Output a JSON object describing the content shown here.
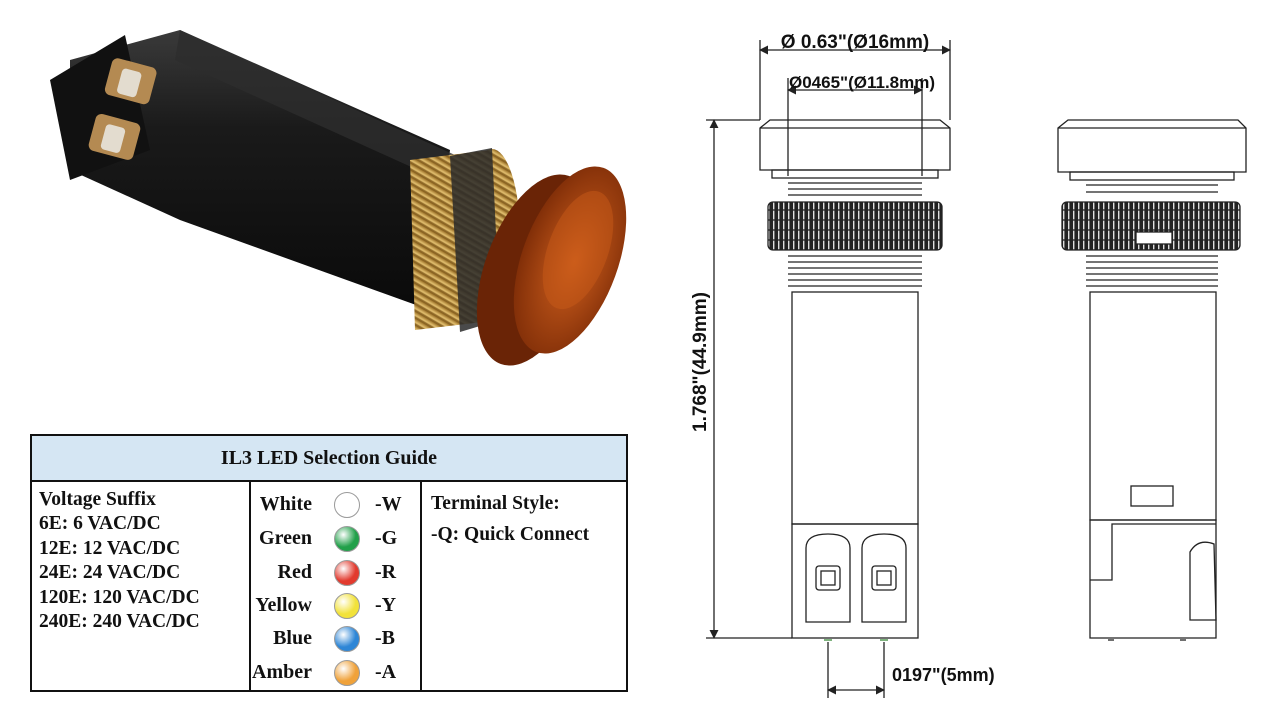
{
  "guide": {
    "title": "IL3 LED Selection Guide",
    "voltage": {
      "heading": "Voltage Suffix",
      "items": [
        "6E: 6 VAC/DC",
        "12E: 12 VAC/DC",
        "24E: 24 VAC/DC",
        "120E: 120 VAC/DC",
        "240E: 240 VAC/DC"
      ]
    },
    "colors": [
      {
        "name": "White",
        "suffix": "-W",
        "color": "#ffffff"
      },
      {
        "name": "Green",
        "suffix": "-G",
        "color": "#22a04a"
      },
      {
        "name": "Red",
        "suffix": "-R",
        "color": "#e23a2e"
      },
      {
        "name": "Yellow",
        "suffix": "-Y",
        "color": "#f2e23a"
      },
      {
        "name": "Blue",
        "suffix": "-B",
        "color": "#2e86d6"
      },
      {
        "name": "Amber",
        "suffix": "-A",
        "color": "#f0a23a"
      }
    ],
    "terminal": {
      "heading": "Terminal Style:",
      "option": "-Q: Quick Connect"
    }
  },
  "drawing": {
    "dim_outer": "Ø 0.63\"(Ø16mm)",
    "dim_inner": "Ø0465\"(Ø11.8mm)",
    "dim_height": "1.768\"(44.9mm)",
    "dim_pitch": "0197\"(5mm)"
  },
  "colors": {
    "title_bg": "#d5e6f3",
    "lens_amber": "#b8420a",
    "brass_nut": "#c9a047",
    "housing": "#1c1c1c"
  }
}
